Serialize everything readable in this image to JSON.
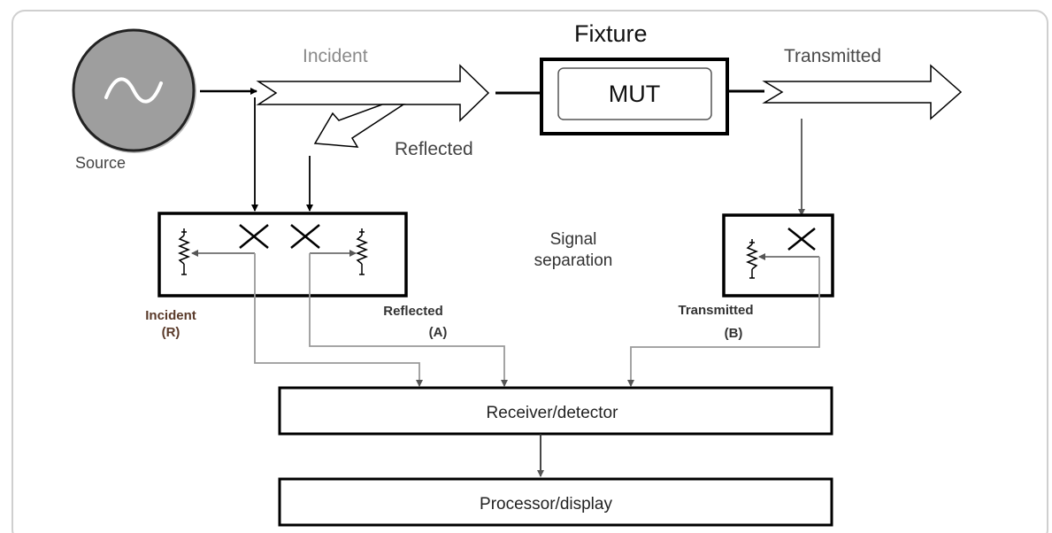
{
  "labels": {
    "fixture": "Fixture",
    "mut": "MUT",
    "incident_top": "Incident",
    "transmitted_top": "Transmitted",
    "reflected_top": "Reflected",
    "source": "Source",
    "signal_line1": "Signal",
    "signal_line2": "separation",
    "incident_r_line1": "Incident",
    "incident_r_line2": "(R)",
    "reflected_a_line1": "Reflected",
    "reflected_a_line2": "(A)",
    "transmitted_b_line1": "Transmitted",
    "transmitted_b_line2": "(B)",
    "receiver": "Receiver/detector",
    "processor": "Processor/display"
  },
  "colors": {
    "stroke": "#000000",
    "gray_line": "#9a9a9a",
    "source_fill": "#9e9e9e",
    "muted_text": "#8a8a8a",
    "dark_text": "#4a4a4a",
    "brown_text": "#5a3a2a",
    "frame": "#cfcfcf"
  },
  "icons": {
    "source": "sine-wave-icon",
    "coupler": "directional-coupler-x-icon",
    "load": "variable-resistor-icon"
  }
}
